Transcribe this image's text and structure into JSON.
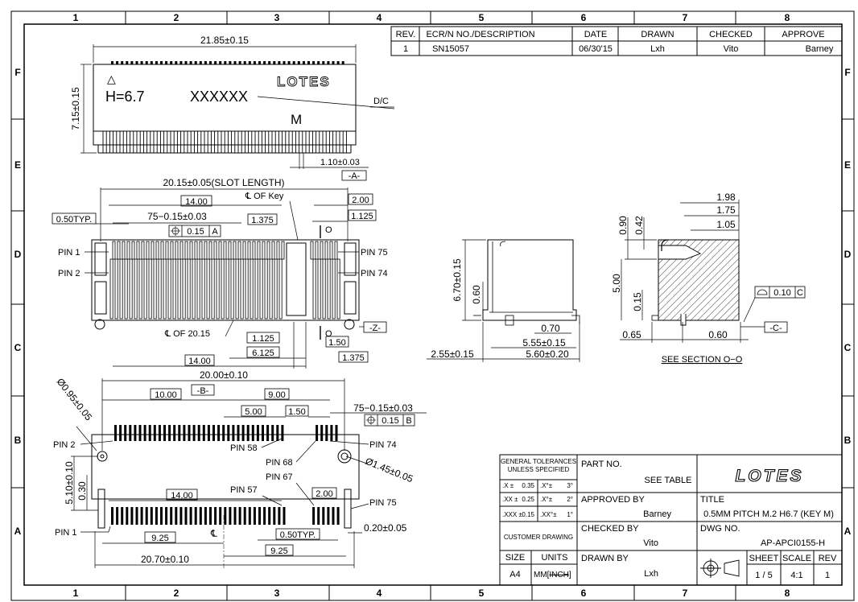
{
  "border": {
    "columns": [
      "1",
      "2",
      "3",
      "4",
      "5",
      "6",
      "7",
      "8"
    ],
    "rows": [
      "F",
      "E",
      "D",
      "C",
      "B",
      "A"
    ]
  },
  "revision_table": {
    "headers": [
      "REV.",
      "ECR/N NO./DESCRIPTION",
      "DATE",
      "DRAWN",
      "CHECKED",
      "APPROVE"
    ],
    "rows": [
      [
        "1",
        "SN15057",
        "06/30'15",
        "Lxh",
        "Vito",
        "Barney"
      ]
    ]
  },
  "top_view": {
    "width_dim": "21.85±0.15",
    "height_dim": "7.15±0.15",
    "marking_triangle": "△",
    "height_marking": "H=6.7",
    "date_code": "XXXXXX",
    "date_code_label": "D/C",
    "logo": "LOTES",
    "key_letter": "M",
    "pin_offset": "1.10±0.03",
    "datum_a": "-A-"
  },
  "front_view": {
    "slot_length": "20.15±0.05(SLOT LENGTH)",
    "dim_14": "14.00",
    "key_label": "℄ OF Key",
    "dim_2": "2.00",
    "dim_1125": "1.125",
    "pitch": "0.50TYP.",
    "pin_pitch": "75−0.15±0.03",
    "dim_1375": "1.375",
    "position_tol": "0.15",
    "position_datum": "A",
    "section_letter": "O",
    "pin1": "PIN  1",
    "pin2": "PIN  2",
    "pin75": "PIN  75",
    "pin74": "PIN  74",
    "center_label": "℄ OF 20.15",
    "datum_z": "-Z-",
    "bot_1125": "1.125",
    "bot_6125": "6.125",
    "bot_14": "14.00",
    "bot_150": "1.50",
    "bot_1375": "1.375"
  },
  "side_view": {
    "height": "6.70±0.15",
    "dim_060": "0.60",
    "dim_070": "0.70",
    "dim_555": "5.55±0.15",
    "dim_560": "5.60±0.20",
    "dim_255": "2.55±0.15"
  },
  "section_view": {
    "dim_198": "1.98",
    "dim_175": "1.75",
    "dim_105": "1.05",
    "dim_090": "0.90",
    "dim_042": "0.42",
    "dim_500": "5.00",
    "dim_015": "0.15",
    "flatness": "0.10",
    "flatness_datum": "C",
    "dim_065": "0.65",
    "dim_060": "0.60",
    "datum_c": "-C-",
    "caption": "SEE  SECTION  O−O"
  },
  "footprint": {
    "hole_dia": "Ø0.95±0.05",
    "width": "20.00±0.10",
    "datum_b": "-B-",
    "dim_10": "10.00",
    "dim_9": "9.00",
    "dim_5": "5.00",
    "dim_150": "1.50",
    "pin_pitch": "75−0.15±0.03",
    "position_tol": "0.15",
    "position_datum": "B",
    "pin2": "PIN  2",
    "pin58": "PIN  58",
    "pin68": "PIN  68",
    "pin74": "PIN  74",
    "big_hole": "Ø1.45±0.05",
    "pin57": "PIN  57",
    "pin67": "PIN  67",
    "dim_510": "5.10±0.10",
    "dim_030": "0.30",
    "dim_14": "14.00",
    "dim_200": "2.00",
    "pin75": "PIN  75",
    "pin1": "PIN  1",
    "dim_925a": "9.25",
    "pitch": "0.50TYP.",
    "dim_020": "0.20±0.05",
    "dim_925b": "9.25",
    "total": "20.70±0.10"
  },
  "title_block": {
    "tol_title": "GENERAL TOLERANCES\nUNLESS  SPECIFIED",
    "tol_rows": [
      [
        ".X ±",
        "0.35",
        ".X°±",
        "3°"
      ],
      [
        ".XX ±",
        "0.25",
        ".X°±",
        "2°"
      ],
      [
        ".XXX ±",
        "0.15",
        ".XX°±",
        "1°"
      ]
    ],
    "customer_drawing": "CUSTOMER DRAWING",
    "size_label": "SIZE",
    "size_value": "A4",
    "units_label": "UNITS",
    "units_mm": "MM[",
    "units_inch": "INCH",
    "units_close": "]",
    "part_no_label": "PART NO.",
    "part_no_value": "SEE TABLE",
    "logo": "LOTES",
    "approved_label": "APPROVED BY",
    "approved_value": "Barney",
    "title_label": "TITLE",
    "title_value": "0.5MM PITCH M.2 H6.7 (KEY M)",
    "checked_label": "CHECKED BY",
    "checked_value": "Vito",
    "dwg_label": "DWG NO.",
    "dwg_value": "AP-APCI0155-H",
    "drawn_label": "DRAWN BY",
    "drawn_value": "Lxh",
    "sheet_label": "SHEET",
    "sheet_value": "1 / 5",
    "scale_label": "SCALE",
    "scale_value": "4:1",
    "rev_label": "REV",
    "rev_value": "1"
  }
}
